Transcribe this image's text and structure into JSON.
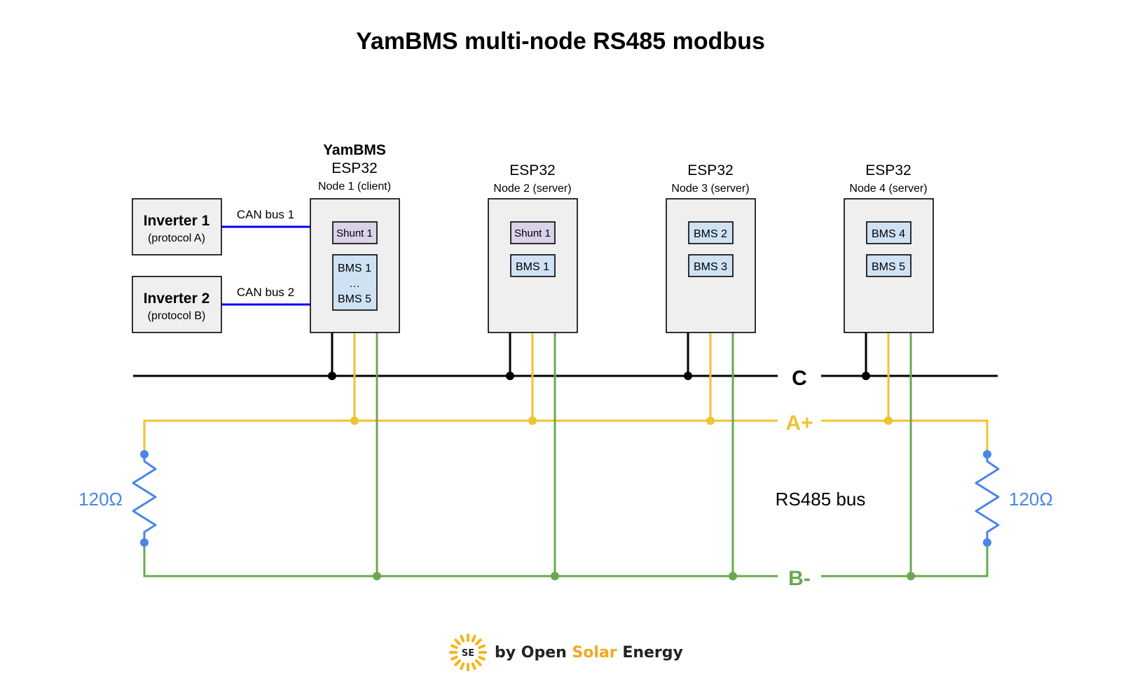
{
  "title": "YamBMS multi-node RS485 modbus",
  "colors": {
    "c_line": "#000000",
    "a_line": "#f1c232",
    "b_line": "#6aa84f",
    "can_line": "#0000ff",
    "resistor": "#4a86e8"
  },
  "inverters": [
    {
      "name": "Inverter 1",
      "protocol": "(protocol A)",
      "can_label": "CAN bus 1"
    },
    {
      "name": "Inverter 2",
      "protocol": "(protocol B)",
      "can_label": "CAN bus 2"
    }
  ],
  "nodes": [
    {
      "brand": "YamBMS",
      "chip": "ESP32",
      "role": "Node 1 (client)",
      "shunt": "Shunt 1",
      "bms_lines": [
        "BMS 1",
        "…",
        "BMS 5"
      ]
    },
    {
      "chip": "ESP32",
      "role": "Node 2 (server)",
      "shunt": "Shunt 1",
      "bms": "BMS 1"
    },
    {
      "chip": "ESP32",
      "role": "Node 3 (server)",
      "bms_a": "BMS 2",
      "bms_b": "BMS 3"
    },
    {
      "chip": "ESP32",
      "role": "Node 4 (server)",
      "bms_a": "BMS 4",
      "bms_b": "BMS 5"
    }
  ],
  "bus": {
    "c_label": "C",
    "a_label": "A+",
    "b_label": "B-",
    "bus_label": "RS485 bus"
  },
  "resistors": {
    "left": "120Ω",
    "right": "120Ω"
  },
  "footer": {
    "logo_text": "SE",
    "prefix": "by Open ",
    "highlight": "Solar",
    "suffix": " Energy"
  }
}
